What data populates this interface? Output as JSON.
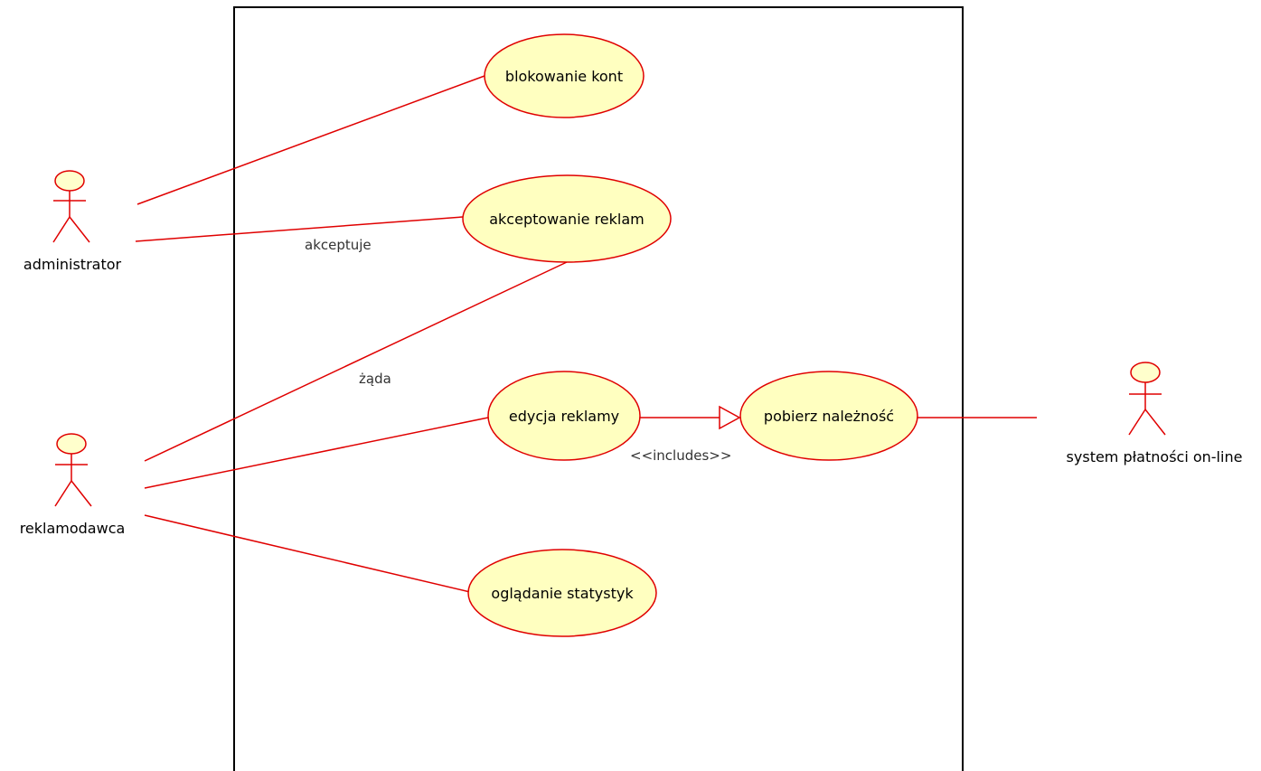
{
  "colors": {
    "line": "#e00000",
    "usecase_fill": "#ffffc0",
    "actor_fill": "#ffffcc",
    "boundary": "#000000",
    "background": "#ffffff"
  },
  "actors": {
    "administrator": "administrator",
    "reklamodawca": "reklamodawca",
    "payment_system": "system płatności on-line"
  },
  "use_cases": {
    "blokowanie": "blokowanie kont",
    "akceptowanie": "akceptowanie reklam",
    "edycja": "edycja reklamy",
    "pobierz": "pobierz należność",
    "ogladanie": "oglądanie statystyk"
  },
  "connection_labels": {
    "akceptuje": "akceptuje",
    "zada": "żąda",
    "includes": "<<includes>>"
  }
}
